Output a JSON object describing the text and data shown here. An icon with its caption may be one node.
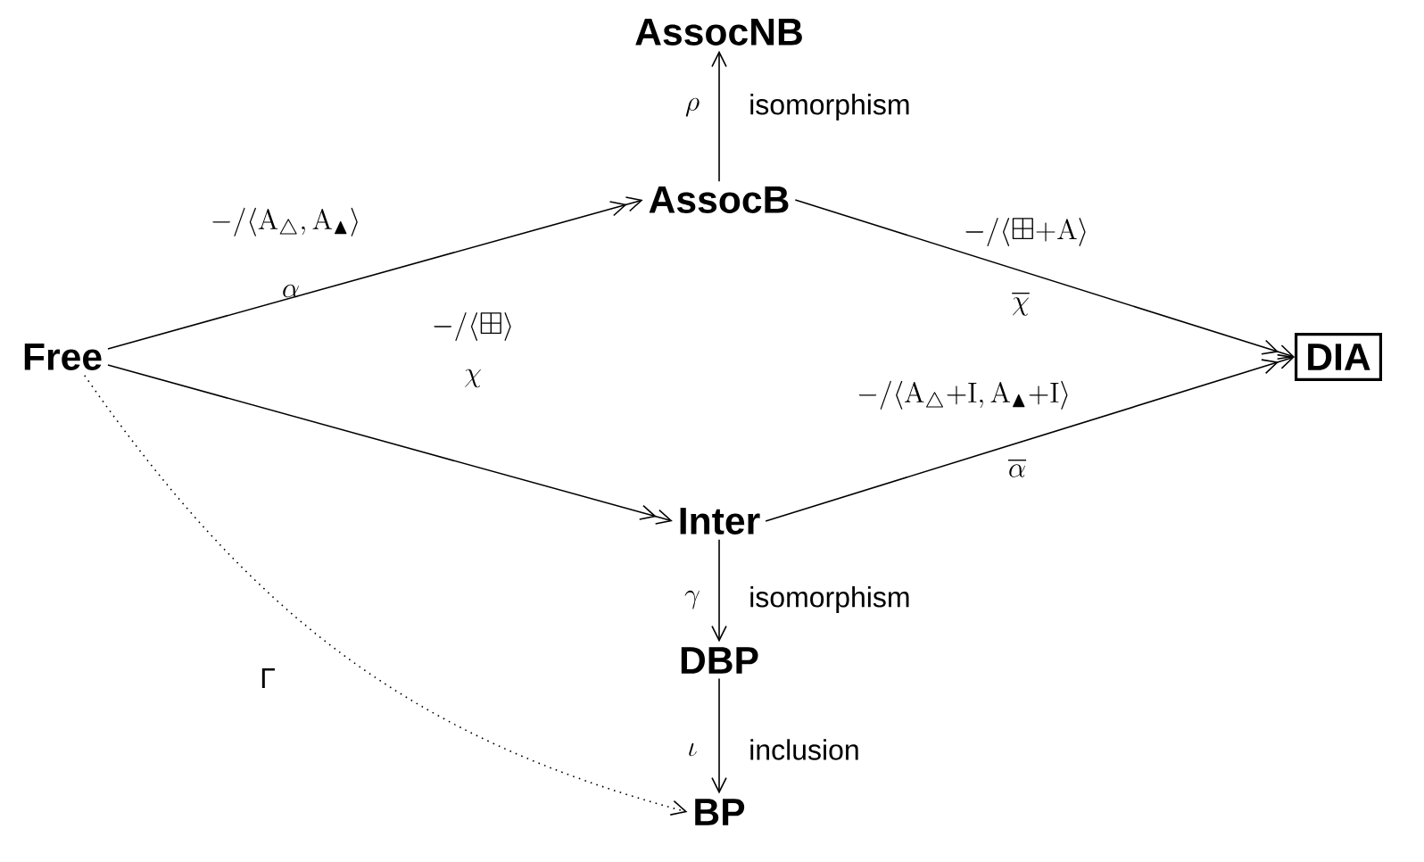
{
  "diagram": {
    "nodes": [
      {
        "text": [
          "AssocNB"
        ]
      },
      {
        "text": [
          "AssocB"
        ]
      },
      {
        "text": [
          "Free"
        ]
      },
      {
        "text": [
          "DIA"
        ]
      },
      {
        "text": [
          "Inter"
        ]
      },
      {
        "text": [
          "DBP"
        ]
      },
      {
        "text": [
          "BP"
        ]
      }
    ],
    "edges": [
      {
        "from": 1,
        "to": 0,
        "arrow": "to",
        "label": "\\rho"
      },
      {
        "from": 2,
        "to": 1,
        "arrow": "to",
        "label": "\\alpha"
      },
      {
        "from": 1,
        "to": 3,
        "arrow": "to",
        "label": "\\overline{\\chi}"
      },
      {
        "from": 2,
        "to": 4,
        "arrow": "to",
        "label": "\\chi"
      },
      {
        "from": 4,
        "to": 3,
        "arrow": "to",
        "label": "\\overline{\\alpha}"
      },
      {
        "from": 4,
        "to": 5,
        "arrow": "to",
        "label": "\\gamma"
      },
      {
        "from": 5,
        "to": 6,
        "arrow": "to",
        "label": "\\iota"
      },
      {
        "from": 2,
        "to": 6,
        "arrow": "to",
        "label": "Γ",
        "style": "dashed"
      }
    ],
    "labels": [
      "isomorphism",
      "-/\\langle \\mathrm{A}_{\\triangle},\\mathrm{A}_{\\blacktriangle}\\rangle",
      "-/\\langle \\boxplus{+}\\mathrm{A}\\rangle",
      "-/\\langle \\boxplus\\rangle",
      "-/\\langle \\mathrm{A}_{\\triangle}{+}\\mathrm{I},\\mathrm{A}_{\\blacktriangle}{+}\\mathrm{I}\\rangle",
      "isomorphism",
      "inclusion"
    ]
  }
}
